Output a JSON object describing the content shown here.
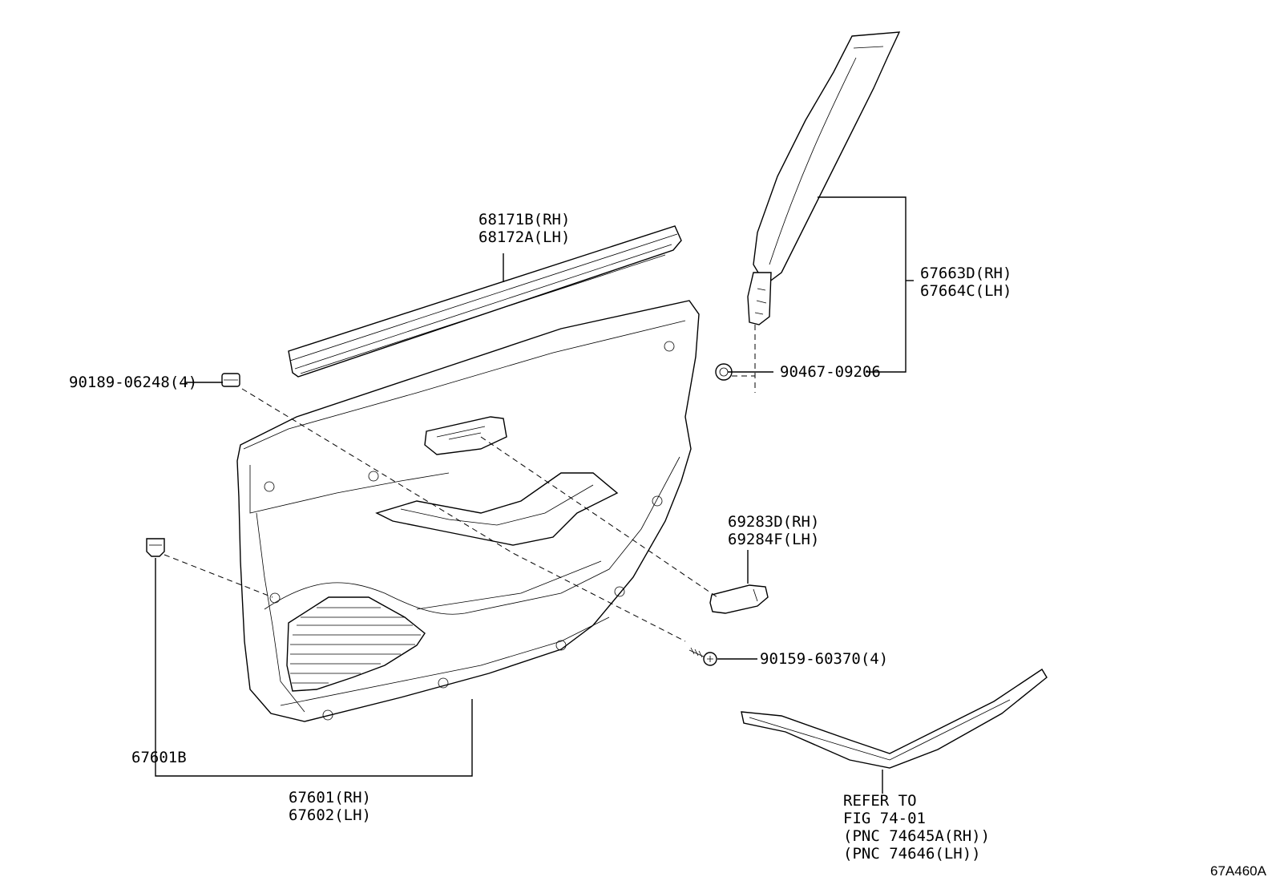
{
  "callouts": {
    "molding_rh": "68171B(RH)",
    "molding_lh": "68172A(LH)",
    "pillar_rh": "67663D(RH)",
    "pillar_lh": "67664C(LH)",
    "clip_90467": "90467-09206",
    "clip_90189": "90189-06248(4)",
    "handle_rh": "69283D(RH)",
    "handle_lh": "69284F(LH)",
    "screw_90159": "90159-60370(4)",
    "clip_67601b": "67601B",
    "panel_rh": "67601(RH)",
    "panel_lh": "67602(LH)",
    "refer_line1": "REFER TO",
    "refer_line2": "FIG 74-01",
    "refer_line3": "(PNC 74645A(RH))",
    "refer_line4": "(PNC 74646(LH))",
    "figure_code": "67A460A"
  }
}
